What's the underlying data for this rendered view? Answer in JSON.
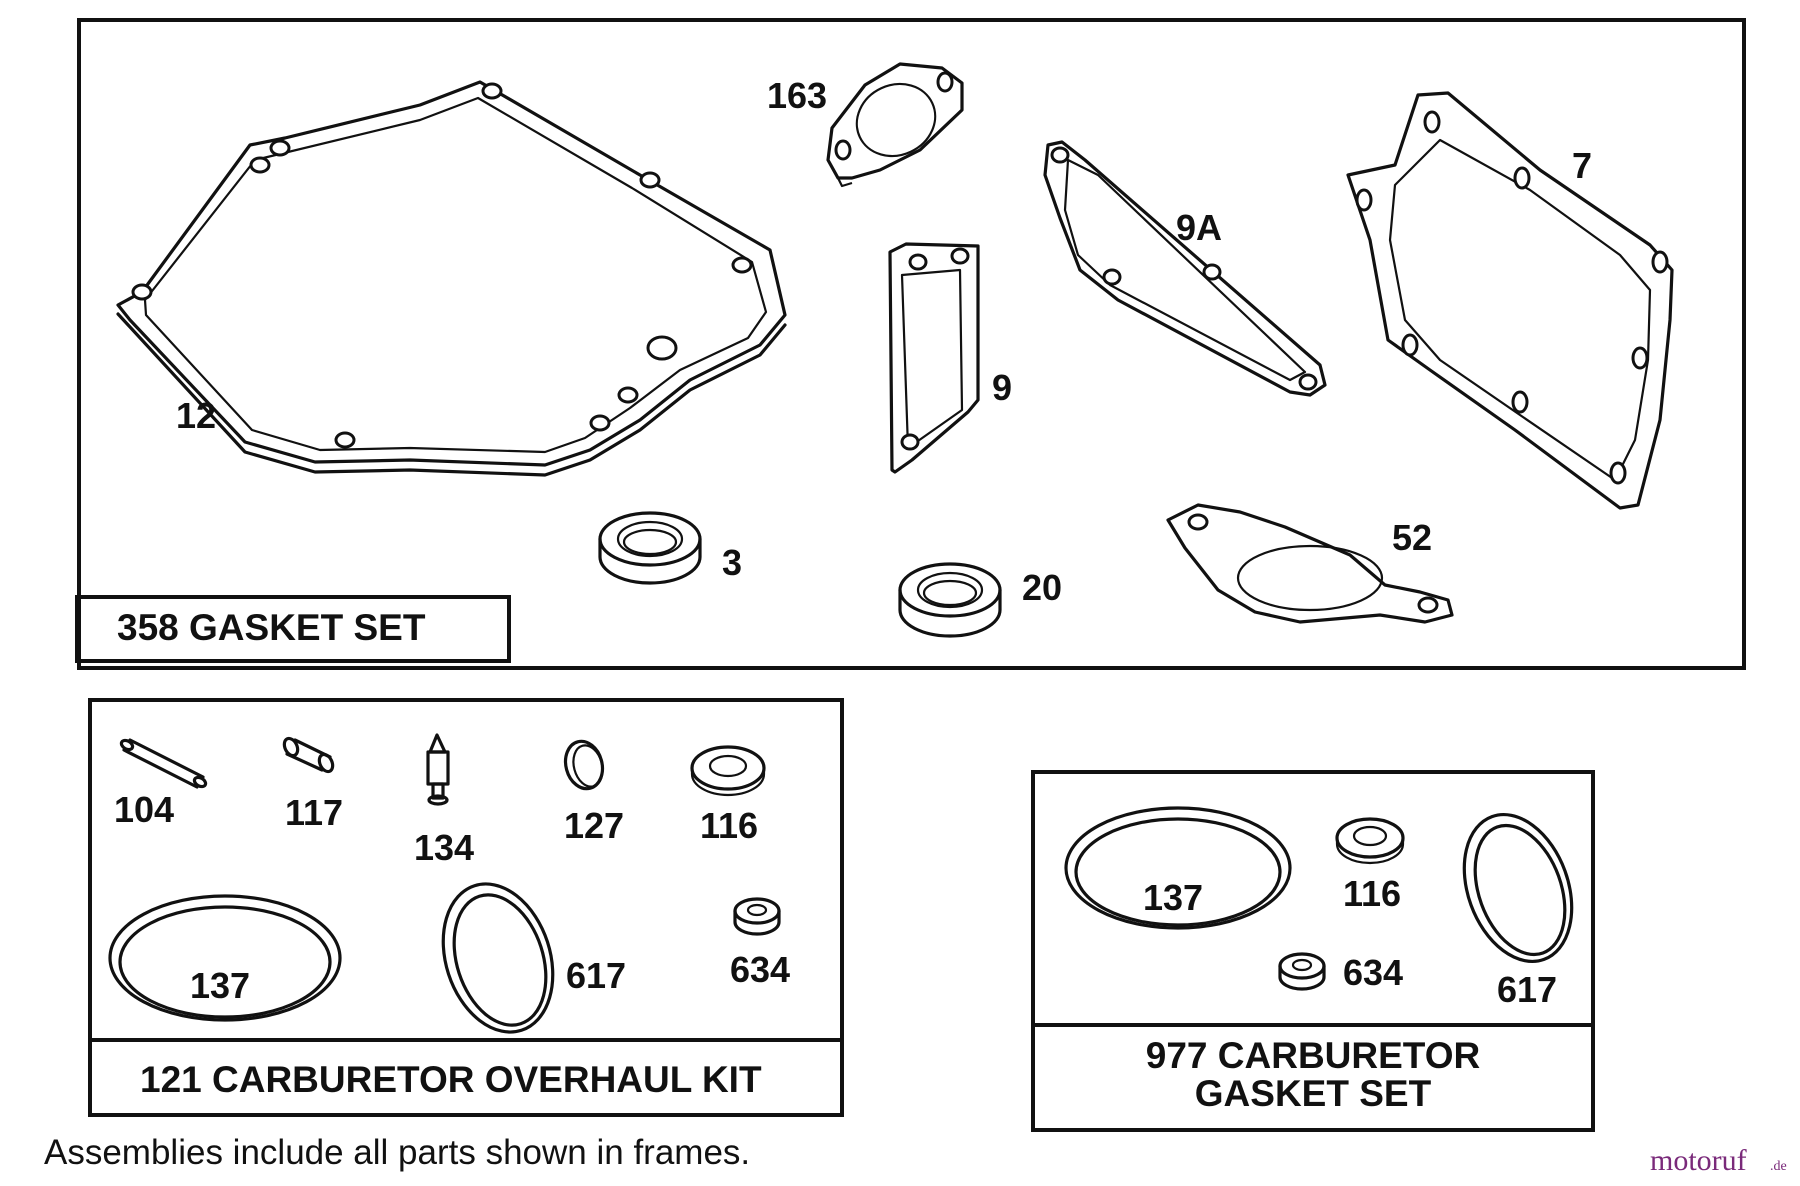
{
  "gasket_set": {
    "title": "358 GASKET SET",
    "parts": [
      "12",
      "163",
      "9A",
      "7",
      "9",
      "3",
      "20",
      "52"
    ]
  },
  "overhaul_kit": {
    "title": "121 CARBURETOR OVERHAUL KIT",
    "parts": [
      "104",
      "117",
      "134",
      "127",
      "116",
      "137",
      "617",
      "634"
    ]
  },
  "carb_gasket_set": {
    "title_line1": "977 CARBURETOR",
    "title_line2": "GASKET SET",
    "parts": [
      "137",
      "116",
      "617",
      "634"
    ]
  },
  "footnote": "Assemblies include all parts shown in frames.",
  "watermark": {
    "brand": "motoruf",
    "suffix": ".de"
  }
}
